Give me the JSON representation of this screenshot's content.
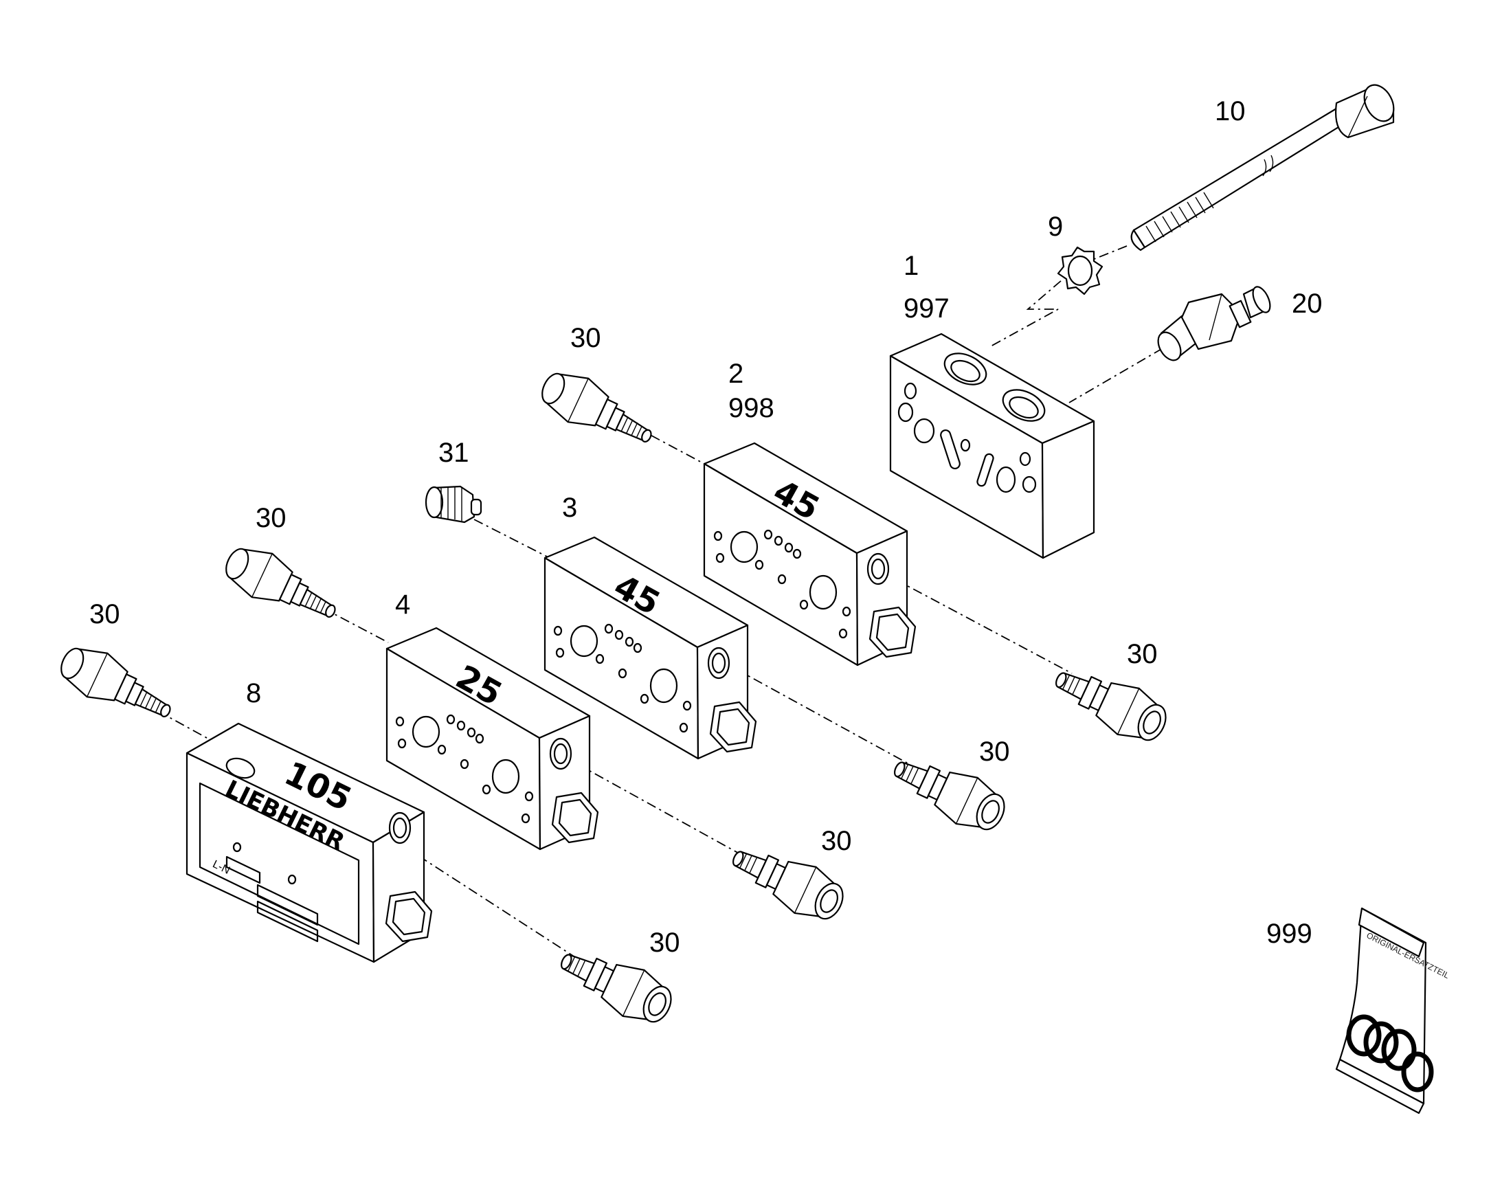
{
  "callouts": {
    "c10": "10",
    "c9": "9",
    "c1": "1",
    "c997": "997",
    "c20": "20",
    "c2": "2",
    "c998": "998",
    "c31": "31",
    "c3": "3",
    "c4": "4",
    "c8": "8",
    "c999": "999",
    "c30": "30"
  },
  "blocks": {
    "block2_label": "45",
    "block3_label": "45",
    "block4_label": "25",
    "block8_label": "105"
  },
  "end_plate": {
    "brand": "LIEBHERR",
    "marking": "L-N"
  },
  "seal_kit": {
    "bag_text": "ORIGINAL-ERSATZTEIL"
  },
  "icons": [
    "bolt-icon",
    "lock-washer-icon",
    "fitting-icon",
    "plug-icon",
    "hex-cap-icon",
    "seal-kit-bag-icon",
    "o-ring-icon"
  ]
}
